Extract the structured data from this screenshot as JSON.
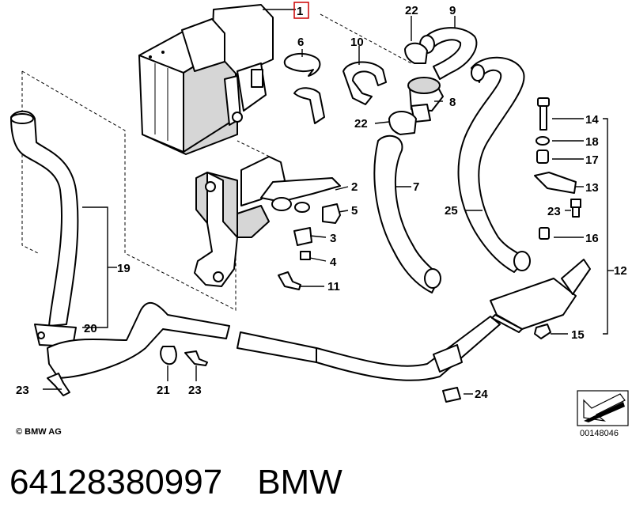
{
  "callouts": [
    {
      "id": "c1",
      "text": "1"
    },
    {
      "id": "c2",
      "text": "2"
    },
    {
      "id": "c3",
      "text": "3"
    },
    {
      "id": "c4",
      "text": "4"
    },
    {
      "id": "c5",
      "text": "5"
    },
    {
      "id": "c6",
      "text": "6"
    },
    {
      "id": "c7",
      "text": "7"
    },
    {
      "id": "c8",
      "text": "8"
    },
    {
      "id": "c9",
      "text": "9"
    },
    {
      "id": "c10",
      "text": "10"
    },
    {
      "id": "c11",
      "text": "11"
    },
    {
      "id": "c12",
      "text": "12"
    },
    {
      "id": "c13",
      "text": "13"
    },
    {
      "id": "c14",
      "text": "14"
    },
    {
      "id": "c15",
      "text": "15"
    },
    {
      "id": "c16",
      "text": "16"
    },
    {
      "id": "c17",
      "text": "17"
    },
    {
      "id": "c18",
      "text": "18"
    },
    {
      "id": "c19",
      "text": "19"
    },
    {
      "id": "c20",
      "text": "20"
    },
    {
      "id": "c21",
      "text": "21"
    },
    {
      "id": "c22a",
      "text": "22"
    },
    {
      "id": "c22b",
      "text": "22"
    },
    {
      "id": "c23a",
      "text": "23"
    },
    {
      "id": "c23b",
      "text": "23"
    },
    {
      "id": "c23c",
      "text": "23"
    },
    {
      "id": "c24",
      "text": "24"
    },
    {
      "id": "c25",
      "text": "25"
    }
  ],
  "copyright": "© BMW AG",
  "drawing_number": "00148046",
  "footer": {
    "part_number": "64128380997",
    "brand": "BMW"
  },
  "colors": {
    "highlight_box": "#cc0000",
    "part_fill": "#ffffff",
    "shade_fill": "#d6d6d6",
    "line": "#000000"
  }
}
